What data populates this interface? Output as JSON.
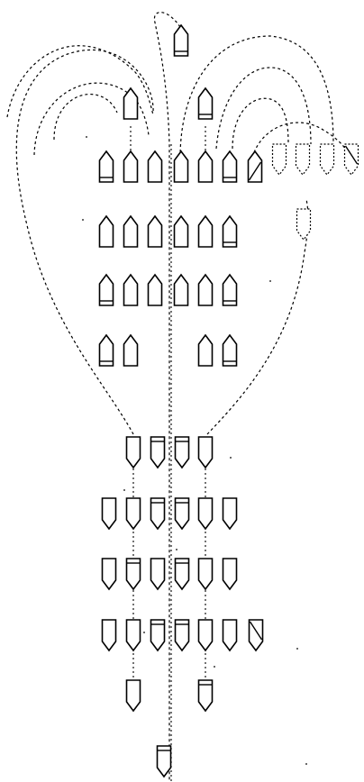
{
  "diagram": {
    "description_text": "",
    "stroke_color": "#000000",
    "background_color": "#ffffff",
    "piece_shape": "pentagon-marker",
    "pieces_up_solid": 28,
    "pieces_up_dashed": 5,
    "pieces_down_solid": 28,
    "pieces_down_extra": 1,
    "path_style": "dashed"
  }
}
